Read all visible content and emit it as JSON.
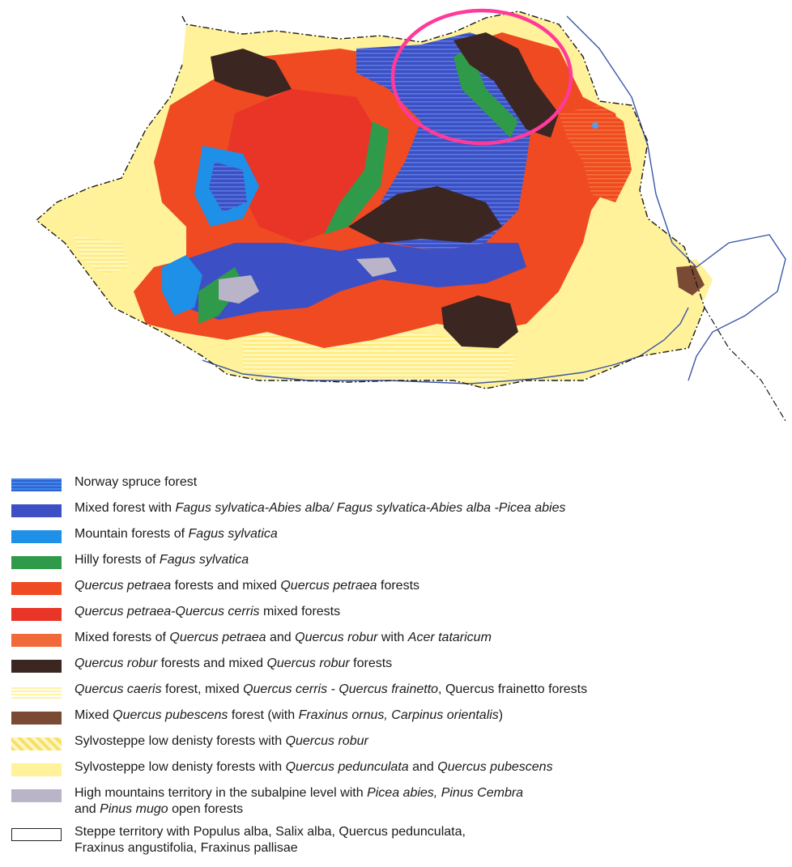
{
  "colors": {
    "norway_spruce": "#3a7fe0",
    "mixed_fagus_abies": "#3c4fc4",
    "mountain_fagus": "#1e90e8",
    "hilly_fagus": "#2f9a4a",
    "q_petraea": "#ef4a22",
    "q_petraea_cerris": "#e83528",
    "mixed_petraea_robur": "#f06a3a",
    "q_robur": "#3b2622",
    "q_cerris": "#fff3a4",
    "q_pubescens": "#7b4a35",
    "sylvosteppe_robur": "#f6e067",
    "sylvosteppe_pedunculata": "#fff29a",
    "high_mountains": "#b9b4c8",
    "steppe": "#ffffff",
    "highlight_circle": "#ff3a9a",
    "border_line": "#1a1a1a",
    "river_line": "#3a56a8"
  },
  "legend": [
    {
      "swatch": "norway_spruce",
      "label_parts": [
        {
          "t": "Norway spruce forest",
          "i": false
        }
      ]
    },
    {
      "swatch": "mixed_fagus_abies",
      "label_parts": [
        {
          "t": "Mixed forest with ",
          "i": false
        },
        {
          "t": "Fagus sylvatica-Abies alba/ Fagus sylvatica-Abies alba -Picea abies",
          "i": true
        }
      ]
    },
    {
      "swatch": "mountain_fagus",
      "label_parts": [
        {
          "t": "Mountain forests of ",
          "i": false
        },
        {
          "t": "Fagus sylvatica",
          "i": true
        }
      ]
    },
    {
      "swatch": "hilly_fagus",
      "label_parts": [
        {
          "t": "Hilly forests of ",
          "i": false
        },
        {
          "t": "Fagus sylvatica",
          "i": true
        }
      ]
    },
    {
      "swatch": "q_petraea",
      "label_parts": [
        {
          "t": "Quercus petraea",
          "i": true
        },
        {
          "t": " forests and mixed ",
          "i": false
        },
        {
          "t": "Quercus petraea",
          "i": true
        },
        {
          "t": " forests",
          "i": false
        }
      ]
    },
    {
      "swatch": "q_petraea_cerris",
      "label_parts": [
        {
          "t": "Quercus petraea-Quercus cerris",
          "i": true
        },
        {
          "t": " mixed forests",
          "i": false
        }
      ]
    },
    {
      "swatch": "mixed_petraea_robur",
      "label_parts": [
        {
          "t": "Mixed forests of ",
          "i": false
        },
        {
          "t": "Quercus petraea",
          "i": true
        },
        {
          "t": " and ",
          "i": false
        },
        {
          "t": "Quercus robur",
          "i": true
        },
        {
          "t": " with ",
          "i": false
        },
        {
          "t": "Acer tataricum",
          "i": true
        }
      ]
    },
    {
      "swatch": "q_robur",
      "label_parts": [
        {
          "t": "Quercus robur",
          "i": true
        },
        {
          "t": " forests and mixed ",
          "i": false
        },
        {
          "t": "Quercus robur",
          "i": true
        },
        {
          "t": " forests",
          "i": false
        }
      ]
    },
    {
      "swatch": "q_cerris",
      "label_parts": [
        {
          "t": "Quercus caeris",
          "i": true
        },
        {
          "t": " forest, mixed ",
          "i": false
        },
        {
          "t": "Quercus cerris - Quercus frainetto",
          "i": true
        },
        {
          "t": ", Quercus frainetto forests",
          "i": false
        }
      ]
    },
    {
      "swatch": "q_pubescens",
      "label_parts": [
        {
          "t": "Mixed ",
          "i": false
        },
        {
          "t": "Quercus pubescens",
          "i": true
        },
        {
          "t": " forest (with ",
          "i": false
        },
        {
          "t": "Fraxinus ornus, Carpinus orientalis",
          "i": true
        },
        {
          "t": ")",
          "i": false
        }
      ]
    },
    {
      "swatch": "sylvosteppe_robur",
      "label_parts": [
        {
          "t": "Sylvosteppe low denisty forests with ",
          "i": false
        },
        {
          "t": "Quercus robur",
          "i": true
        }
      ]
    },
    {
      "swatch": "sylvosteppe_pedunculata",
      "label_parts": [
        {
          "t": "Sylvosteppe low denisty forests with ",
          "i": false
        },
        {
          "t": "Quercus pedunculata",
          "i": true
        },
        {
          "t": " and ",
          "i": false
        },
        {
          "t": "Quercus pubescens",
          "i": true
        }
      ]
    },
    {
      "swatch": "high_mountains",
      "label_parts": [
        {
          "t": "High mountains territory in the subalpine level with ",
          "i": false
        },
        {
          "t": "Picea abies, Pinus Cembra",
          "i": true
        }
      ],
      "line2_parts": [
        {
          "t": "and ",
          "i": false
        },
        {
          "t": "Pinus mugo",
          "i": true
        },
        {
          "t": " open forests",
          "i": false
        }
      ]
    },
    {
      "swatch": "steppe",
      "label_parts": [
        {
          "t": "Steppe territory with Populus alba, Salix alba, Quercus pedunculata,",
          "i": false
        }
      ],
      "line2_parts": [
        {
          "t": "Fraxinus angustifolia, Fraxinus pallisae",
          "i": false
        }
      ]
    }
  ]
}
